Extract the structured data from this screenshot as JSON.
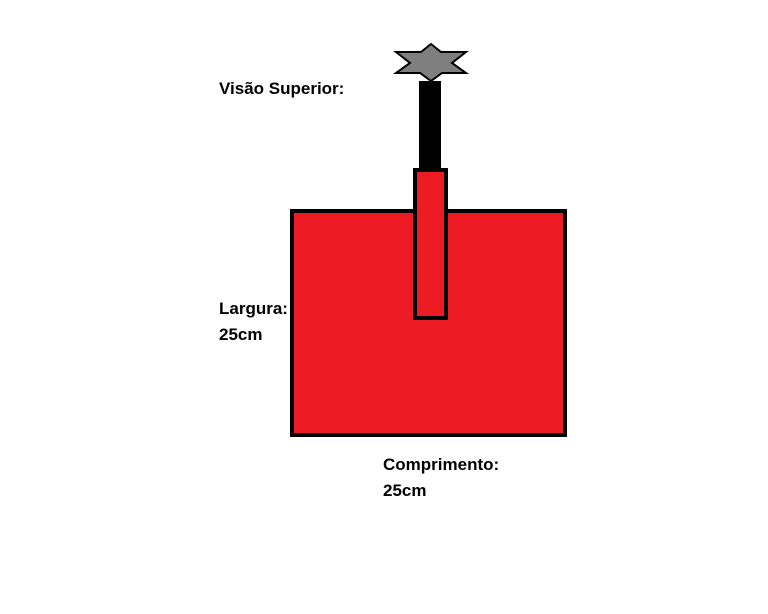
{
  "title": "Visão Superior:",
  "width": {
    "label": "Largura:",
    "value": "25cm"
  },
  "length": {
    "label": "Comprimento:",
    "value": "25cm"
  },
  "colors": {
    "box_fill": "#ed1c24",
    "outline": "#000000",
    "handle_shaft": "#000000",
    "star_fill": "#7f7f7f"
  },
  "icons": {
    "top_knob": "six-point-star"
  }
}
